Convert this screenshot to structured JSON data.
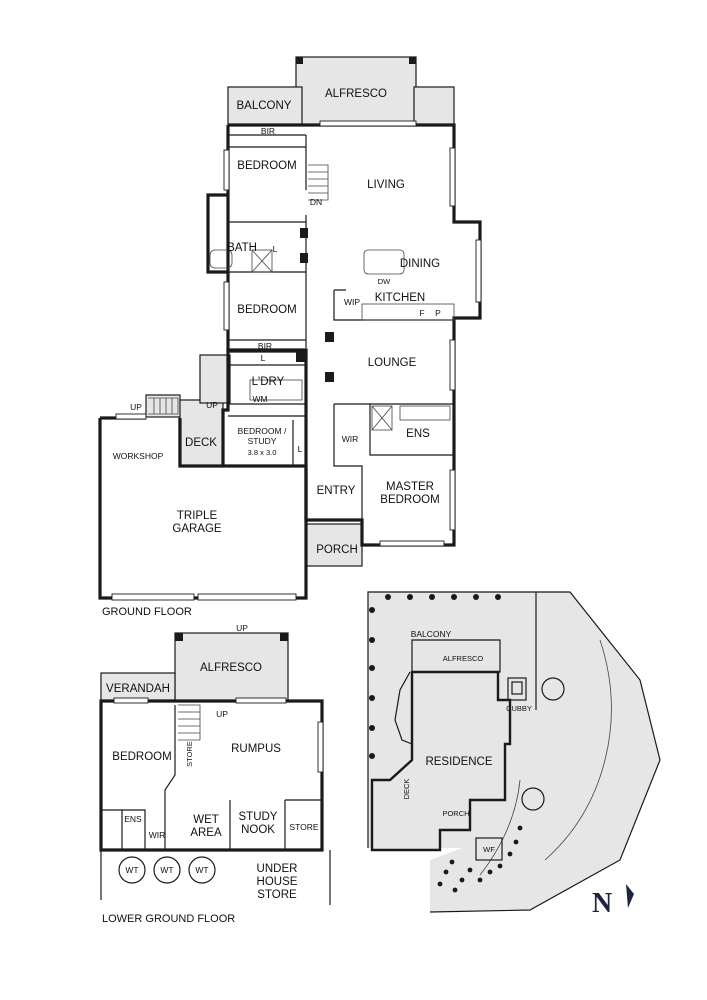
{
  "ground_floor": {
    "title": "GROUND FLOOR",
    "rooms": {
      "balcony": "BALCONY",
      "alfresco": "ALFRESCO",
      "bir_top": "BIR",
      "bedroom_top": "BEDROOM",
      "living": "LIVING",
      "dn": "DN",
      "bath": "BATH",
      "l_bath": "L",
      "dining": "DINING",
      "dw": "DW",
      "wip": "WIP",
      "kitchen": "KITCHEN",
      "f": "F",
      "p": "P",
      "bedroom_mid": "BEDROOM",
      "bir_mid": "BIR",
      "l_bir": "L",
      "lounge": "LOUNGE",
      "ldry": "L'DRY",
      "wm": "WM",
      "up_left": "UP",
      "up_deck": "UP",
      "workshop": "WORKSHOP",
      "deck": "DECK",
      "bedroom_study_1": "BEDROOM /",
      "bedroom_study_2": "STUDY",
      "bedroom_study_size": "3.8 x 3.0",
      "l_study": "L",
      "wir": "WIR",
      "ens": "ENS",
      "master_1": "MASTER",
      "master_2": "BEDROOM",
      "entry": "ENTRY",
      "garage_1": "TRIPLE",
      "garage_2": "GARAGE",
      "porch": "PORCH"
    }
  },
  "lower_ground_floor": {
    "title": "LOWER GROUND FLOOR",
    "rooms": {
      "up_top": "UP",
      "alfresco": "ALFRESCO",
      "verandah": "VERANDAH",
      "up_stair": "UP",
      "bedroom": "BEDROOM",
      "store_stair": "STORE",
      "rumpus": "RUMPUS",
      "ens": "ENS",
      "wir": "WIR",
      "wet_1": "WET",
      "wet_2": "AREA",
      "study_1": "STUDY",
      "study_2": "NOOK",
      "store": "STORE",
      "wt": "WT",
      "under_1": "UNDER",
      "under_2": "HOUSE",
      "under_3": "STORE"
    }
  },
  "site_plan": {
    "balcony": "BALCONY",
    "alfresco": "ALFRESCO",
    "cubby": "CUBBY",
    "residence": "RESIDENCE",
    "deck": "DECK",
    "porch": "PORCH",
    "wf": "WF"
  },
  "compass": {
    "letter": "N"
  },
  "colors": {
    "wall": "#1a1a1a",
    "fill": "#e6e6e6",
    "compass": "#1c2440"
  }
}
